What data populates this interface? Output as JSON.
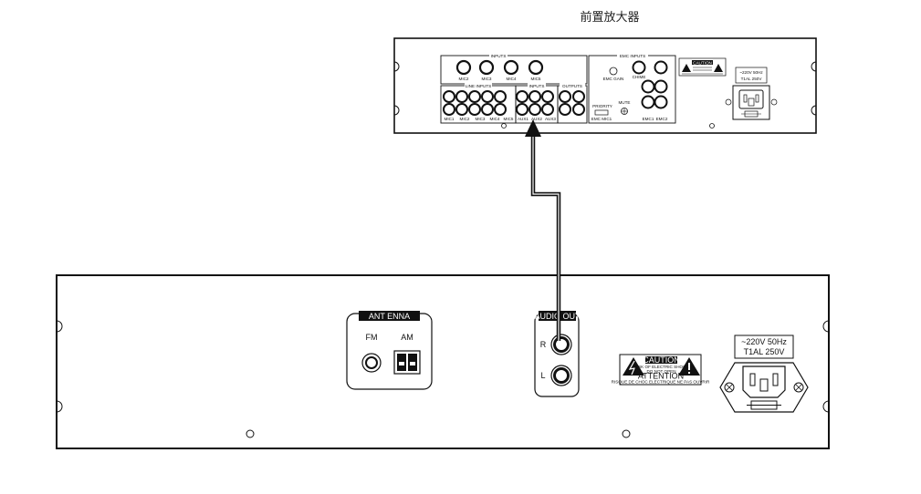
{
  "preamp": {
    "title": "前置放大器",
    "inputs_group": "INPUTS",
    "mic_top": [
      "MIC2",
      "MIC3",
      "MIC4",
      "MIC5"
    ],
    "line_inputs_group": "LINE INPUTS",
    "inputs_sub_group": "INPUTS",
    "outputs_group": "OUTPUTS",
    "line_labels": [
      "MIC1",
      "MIC2",
      "MIC3",
      "MIC4",
      "MIC5",
      "AUX1",
      "AUX2",
      "AUX3"
    ],
    "emc_inputs_group": "EMC INPUTS",
    "emc_gain": "EMC GAIN",
    "chime": "CHIME",
    "mute": "MUTE",
    "priority": "PRIORITY",
    "priority_options": "EMC  MIC1",
    "emc_labels": [
      "EMC1",
      "EMC2"
    ],
    "caution": "CAUTION",
    "power": [
      "~220V 50Hz",
      "T1AL 250V"
    ]
  },
  "tuner": {
    "antenna_label": "ANT ENNA",
    "fm_label": "FM",
    "am_label": "AM",
    "audio_out_label": "AUDIO OUT",
    "r_label": "R",
    "l_label": "L",
    "caution_label": "CAUTION",
    "caution_line1": "RISK OF ELECTRIC SHOCK",
    "caution_line2": "DO NOT OPEN",
    "attention_label": "ATTENTION",
    "attention_sub": "RISQUE DE CHOC ELECTRIQUE NE PAS OUVRIR",
    "power_line1": "~220V 50Hz",
    "power_line2": "T1AL 250V"
  },
  "colors": {
    "line": "#111111",
    "cable": "#111111",
    "background": "#ffffff"
  }
}
